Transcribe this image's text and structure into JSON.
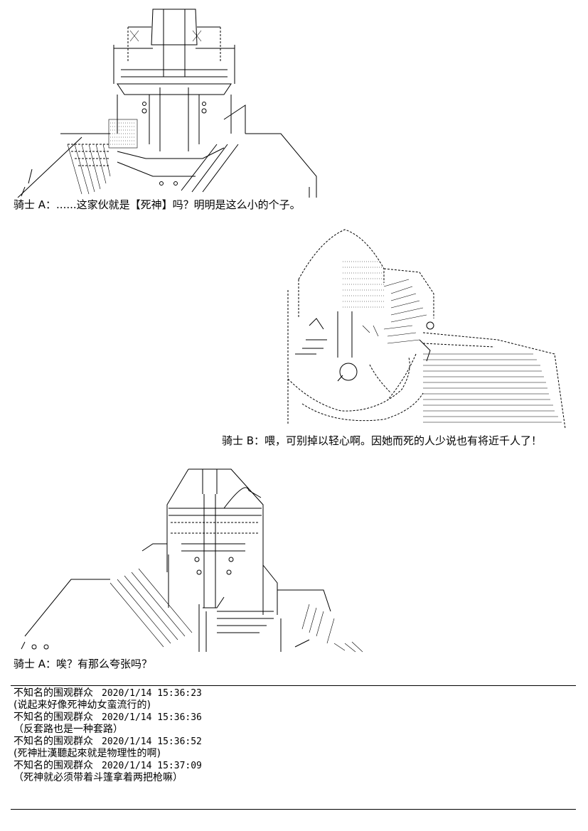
{
  "panels": [
    {
      "speaker_line": "骑士 A：......这家伙就是【死神】吗？明明是这么小的个子。"
    },
    {
      "speaker_line": "骑士 B：喂，可别掉以轻心啊。因她而死的人少说也有将近千人了！"
    },
    {
      "speaker_line": "骑士 A：唉？有那么夸张吗？"
    }
  ],
  "comments": [
    {
      "author": "不知名的围观群众",
      "timestamp": "2020/1/14  15:36:23",
      "text": "(说起来好像死神幼女蛮流行的)"
    },
    {
      "author": "不知名的围观群众",
      "timestamp": "2020/1/14  15:36:36",
      "text": "（反套路也是一种套路）"
    },
    {
      "author": "不知名的围观群众",
      "timestamp": "2020/1/14  15:36:52",
      "text": "(死神壯漢聽起來就是物理性的啊)"
    },
    {
      "author": "不知名的围观群众",
      "timestamp": "2020/1/14  15:37:09",
      "text": "（死神就必须带着斗篷拿着两把枪嘛）"
    }
  ]
}
